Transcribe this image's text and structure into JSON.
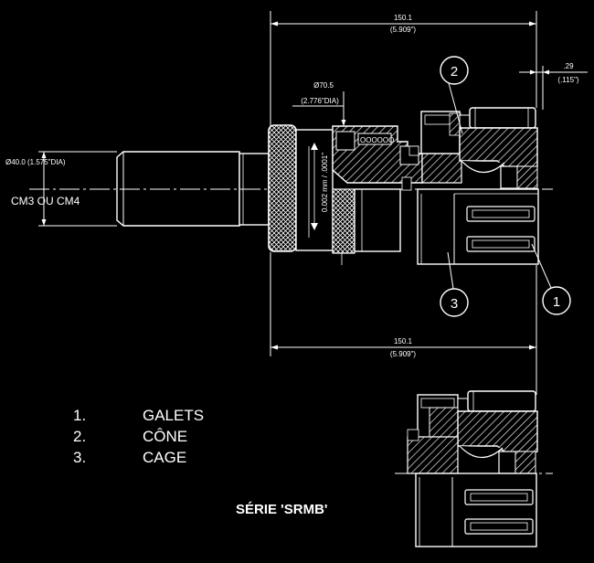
{
  "dimensions": {
    "top_length": "150.1",
    "top_length_in": "(5.909\")",
    "bottom_length": "150.1",
    "bottom_length_in": "(5.909\")",
    "right_gap": ".29",
    "right_gap_in": "(.115\")",
    "head_diameter": "Ø70.5",
    "head_diameter_in": "(2.776\"DIA)",
    "shank_diameter": "Ø40.0 (1.575\"DIA)",
    "shank_taper": "CM3 OU CM4",
    "micrometer_text": "0.002 mm / .0001\""
  },
  "callouts": [
    "2",
    "3",
    "1"
  ],
  "legend": {
    "items": [
      {
        "num": "1.",
        "label": "GALETS"
      },
      {
        "num": "2.",
        "label": "CÔNE"
      },
      {
        "num": "3.",
        "label": "CAGE"
      }
    ]
  },
  "series_title": "SÉRIE 'SRMB'"
}
